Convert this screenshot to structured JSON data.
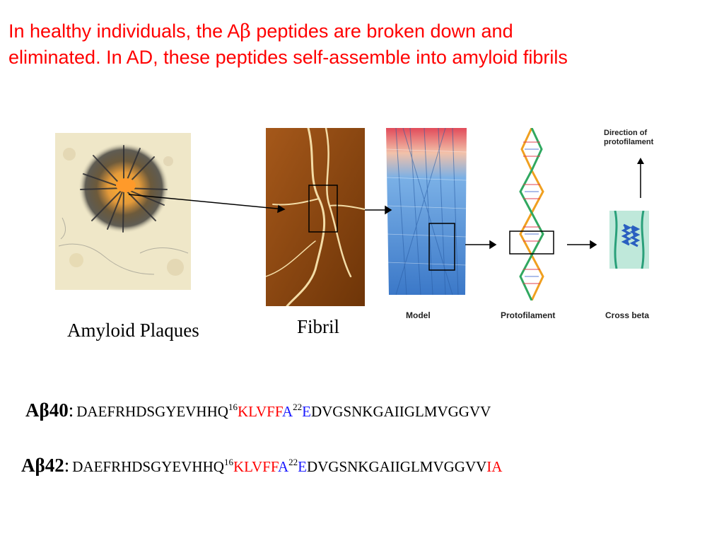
{
  "headline": {
    "line1_prefix": "In healthy individuals, the A",
    "beta": "β",
    "line1_suffix": " peptides are broken down and",
    "line2": "eliminated. In AD, these peptides self-assemble into amyloid fibrils"
  },
  "panels": {
    "plaque_caption": "Amyloid Plaques",
    "fibril_caption": "Fibril",
    "model_label": "Model",
    "protofilament_label": "Protofilament",
    "cross_beta_label": "Cross beta",
    "direction_label_line1": "Direction of",
    "direction_label_line2": "protofilament"
  },
  "sequences": {
    "ab40": {
      "name": "Aβ40",
      "colon": ":",
      "part1": "DAEFRHDSGYEVHHQ",
      "sup16": "16",
      "part2": "KLVFF",
      "part3": "A",
      "sup22": "22",
      "part4": "E",
      "part5": "DVGSNKGAIIGLMVGGVV"
    },
    "ab42": {
      "name": "Aβ42",
      "colon": ":",
      "part1": "DAEFRHDSGYEVHHQ",
      "sup16": "16",
      "part2": "KLVFF",
      "part3": "A",
      "sup22": "22",
      "part4": "E",
      "part5": "DVGSNKGAIIGLMVGGVV",
      "part6": "IA"
    }
  },
  "colors": {
    "headline": "#ff0000",
    "highlight_red": "#ff0000",
    "highlight_blue": "#1a1aff"
  }
}
